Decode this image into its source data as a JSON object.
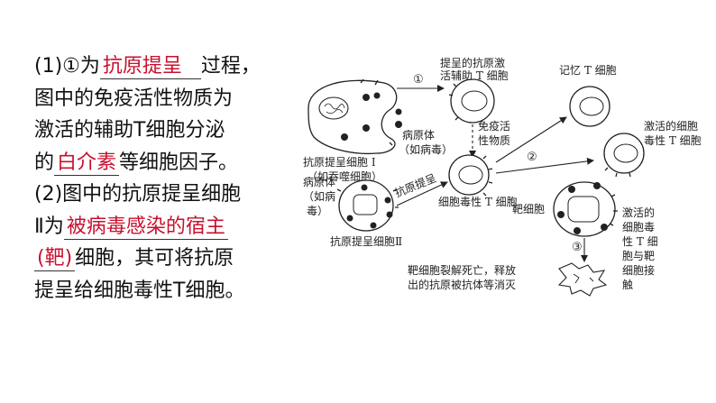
{
  "text": {
    "p1_prefix": "(1)①为",
    "p1_answer": "抗原提呈",
    "p1_suffix": "过程，",
    "p1_line2": "图中的免疫活性物质为",
    "p1_line3": "激活的辅助T细胞分泌",
    "p1_line4_prefix": "的",
    "p1_line4_answer": "白介素",
    "p1_line4_suffix": "等细胞因子。",
    "p2_line1": "(2)图中的抗原提呈细胞",
    "p2_line2_prefix": "Ⅱ为",
    "p2_line2_answer": "被病毒感染的宿主",
    "p2_line3_answer": "(靶)",
    "p2_line3_suffix": "细胞，其可将抗原",
    "p2_line4": "提呈给细胞毒性T细胞。"
  },
  "diagram": {
    "step1": "①",
    "step2": "②",
    "step3": "③",
    "helper_t_line1": "提呈的抗原激",
    "helper_t_line2": "活辅助 T 细胞",
    "memory_t": "记忆 T 细胞",
    "activated_ctl_line1": "激活的细胞",
    "activated_ctl_line2": "毒性 T 细胞",
    "pathogen1_line1": "病原体",
    "pathogen1_line2": "（如病毒）",
    "apc1_line1": "抗原提呈细胞 I",
    "apc1_line2": "（如吞噬细胞）",
    "immune_line1": "免疫活",
    "immune_line2": "性物质",
    "pathogen2_line1": "病原体",
    "pathogen2_line2": "（如病",
    "pathogen2_line3": "毒）",
    "antigen_present": "抗原提呈",
    "ctl": "细胞毒性 T 细胞",
    "target_cell": "靶细胞",
    "apc2": "抗原提呈细胞Ⅱ",
    "right_note": [
      "激活的",
      "细胞毒",
      "性 T 细",
      "胞与靶",
      "细胞接",
      "触"
    ],
    "lysis_line1": "靶细胞裂解死亡，释放",
    "lysis_line2": "出的抗原被抗体等消灭"
  }
}
